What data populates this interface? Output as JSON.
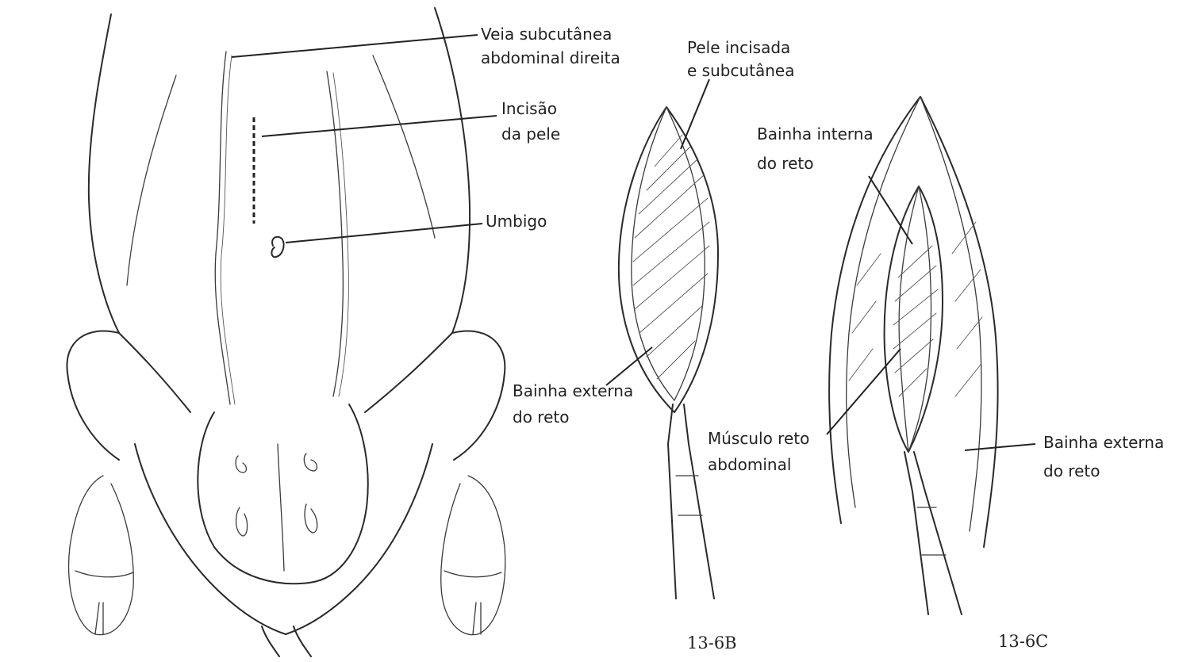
{
  "labels": {
    "vein": [
      "Veia subcutânea",
      "abdominal direita"
    ],
    "skin_incision": [
      "Incisão",
      "da pele"
    ],
    "umbilicus": [
      "Umbigo"
    ],
    "incised_skin": [
      "Pele incisada",
      "e subcutânea"
    ],
    "outer_sheath_b": [
      "Bainha externa",
      "do reto"
    ],
    "inner_sheath": [
      "Bainha interna",
      "do reto"
    ],
    "rectus_muscle": [
      "Músculo reto",
      "abdominal"
    ],
    "outer_sheath_c": [
      "Bainha externa",
      "do reto"
    ]
  },
  "captions": {
    "fig_b": "13-6B",
    "fig_c": "13-6C"
  }
}
